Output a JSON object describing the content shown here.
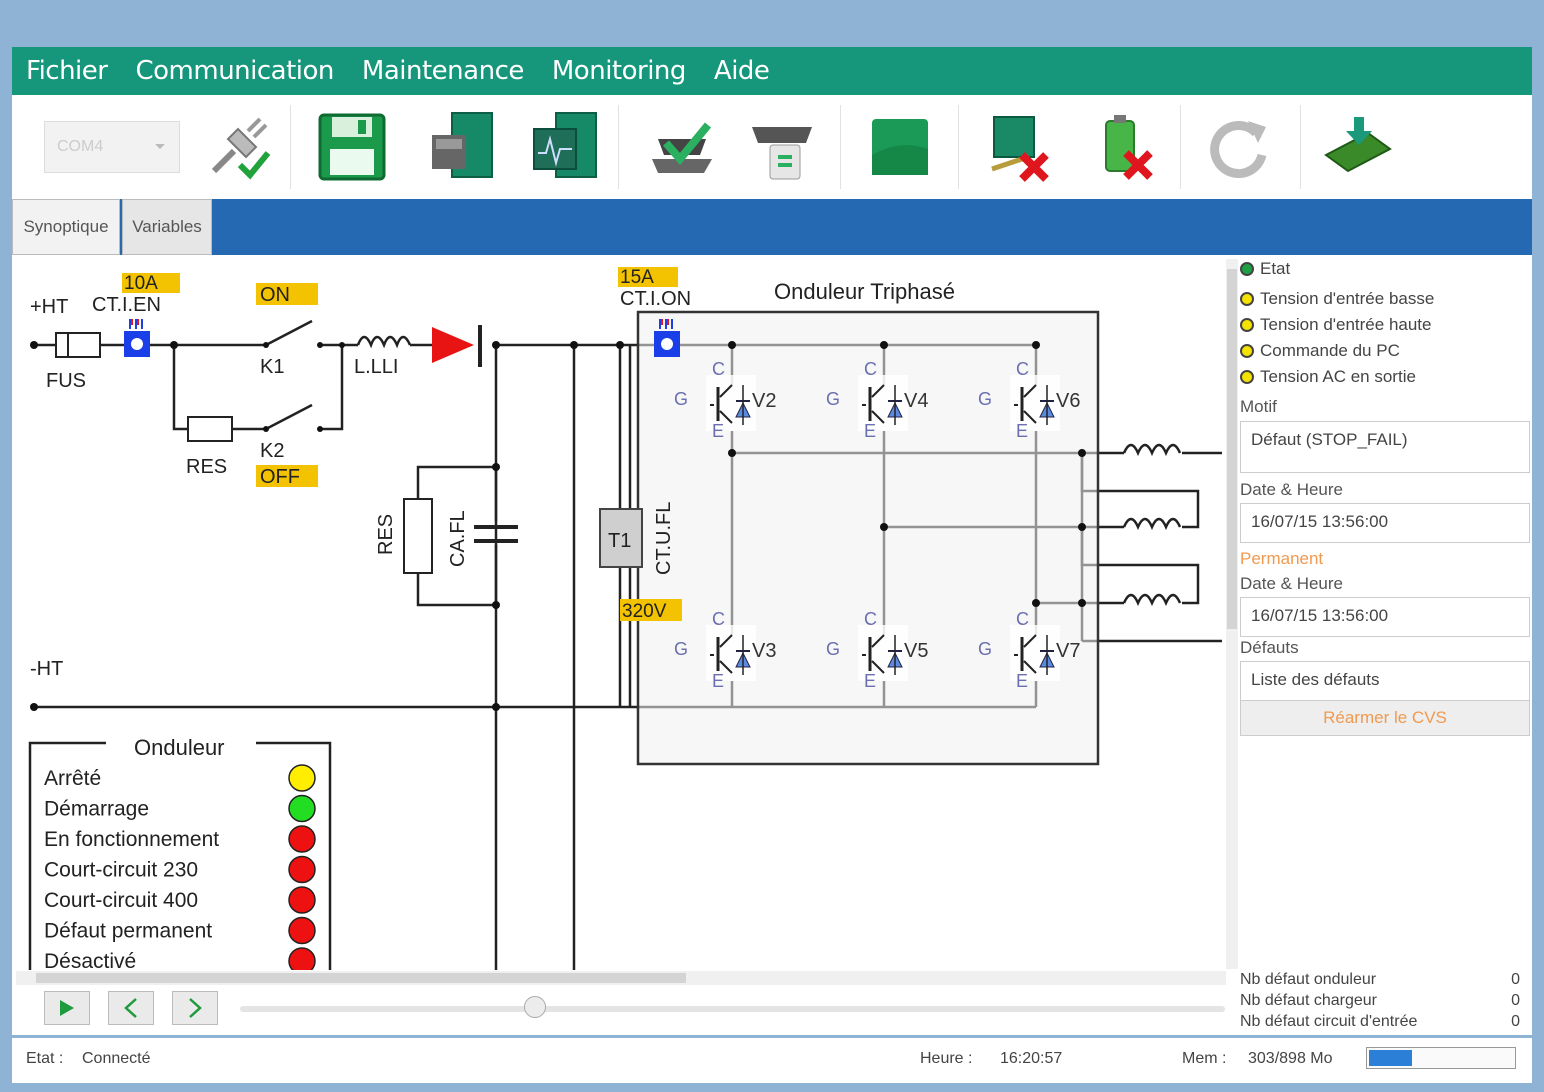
{
  "menu": [
    "Fichier",
    "Communication",
    "Maintenance",
    "Monitoring",
    "Aide"
  ],
  "toolbar": {
    "port_select": "COM4"
  },
  "tabs": [
    "Synoptique",
    "Variables"
  ],
  "diagram": {
    "plus_ht": "+HT",
    "minus_ht": "-HT",
    "ct_ien": "CT.I.EN",
    "ct_ien_val": "10A",
    "fus": "FUS",
    "k1": "K1",
    "k1_state": "ON",
    "k2": "K2",
    "k2_state": "OFF",
    "res1": "RES",
    "llli": "L.LLI",
    "res2": "RES",
    "cafl": "CA.FL",
    "t1": "T1",
    "ct_ufl": "CT.U.FL",
    "ct_ufl_val": "320V",
    "ct_ion": "CT.I.ON",
    "ct_ion_val": "15A",
    "onduleur_title": "Onduleur Triphasé",
    "g": "G",
    "c": "C",
    "e": "E",
    "v2": "V2",
    "v3": "V3",
    "v4": "V4",
    "v5": "V5",
    "v6": "V6",
    "v7": "V7"
  },
  "legend": {
    "title": "Onduleur",
    "items": [
      {
        "label": "Arrêté",
        "color": "#ffee00"
      },
      {
        "label": "Démarrage",
        "color": "#22dd22"
      },
      {
        "label": "En fonctionnement",
        "color": "#ee1111"
      },
      {
        "label": "Court-circuit 230",
        "color": "#ee1111"
      },
      {
        "label": "Court-circuit 400",
        "color": "#ee1111"
      },
      {
        "label": "Défaut permanent",
        "color": "#ee1111"
      },
      {
        "label": "Désactivé",
        "color": "#ee1111"
      }
    ]
  },
  "right_panel": {
    "etat": "Etat",
    "indicators": [
      "Tension d'entrée basse",
      "Tension d'entrée haute",
      "Commande du PC",
      "Tension AC en sortie"
    ],
    "motif_label": "Motif",
    "motif_value": "Défaut (STOP_FAIL)",
    "date_label_1": "Date & Heure",
    "date_value_1": "16/07/15 13:56:00",
    "permanent_label": "Permanent",
    "date_label_2": "Date & Heure",
    "date_value_2": "16/07/15 13:56:00",
    "defauts_label": "Défauts",
    "defauts_value": "Liste des défauts",
    "rearm_button": "Réarmer le CVS",
    "counters": [
      {
        "label": "Nb défaut onduleur",
        "value": "0"
      },
      {
        "label": "Nb défaut chargeur",
        "value": "0"
      },
      {
        "label": "Nb défaut circuit d'entrée",
        "value": "0"
      }
    ]
  },
  "status": {
    "etat_label": "Etat :",
    "etat_value": "Connecté",
    "heure_label": "Heure :",
    "heure_value": "16:20:57",
    "mem_label": "Mem :",
    "mem_value": "303/898 Mo",
    "mem_fraction": 0.3
  },
  "colors": {
    "menu_bg": "#16967a",
    "tab_bar": "#2569b3",
    "badge": "#f3c200",
    "sensor": "#1a3ee8",
    "diode": "#ee1111"
  }
}
